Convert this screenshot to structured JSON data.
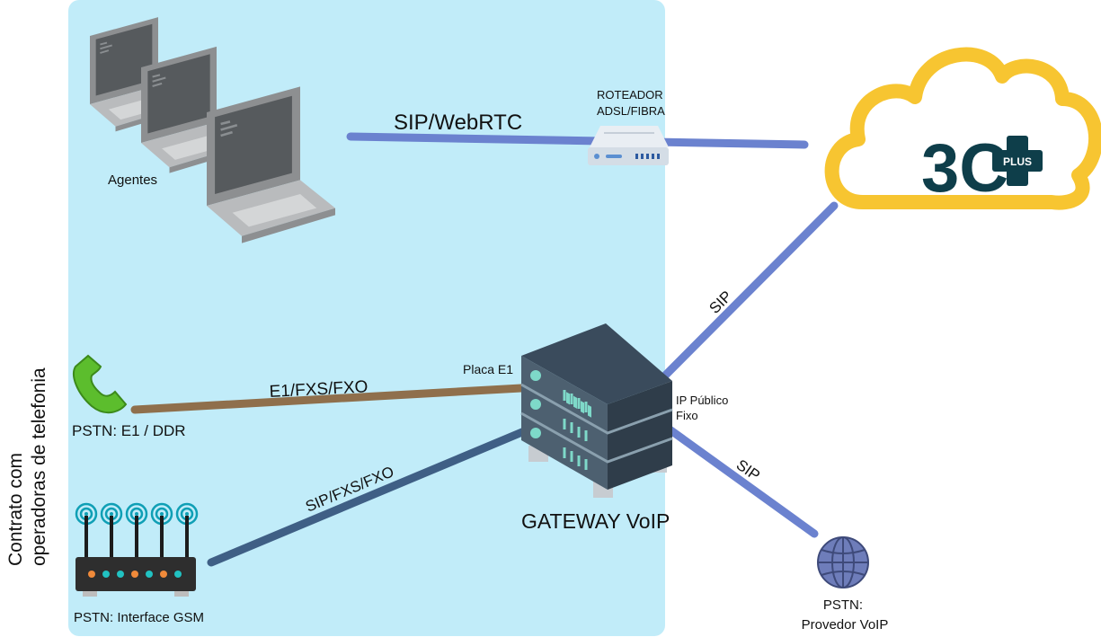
{
  "zone": {
    "label_line1": "Contrato com",
    "label_line2": "operadoras de telefonia"
  },
  "nodes": {
    "agents": "Agentes",
    "router_line1": "ROTEADOR",
    "router_line2": "ADSL/FIBRA",
    "gateway": "GATEWAY VoIP",
    "e1_card": "Placa E1",
    "public_ip_line1": "IP Público",
    "public_ip_line2": "Fixo",
    "pstn_e1": "PSTN: E1 / DDR",
    "pstn_gsm": "PSTN: Interface GSM",
    "pstn_voip_line1": "PSTN:",
    "pstn_voip_line2": "Provedor VoIP"
  },
  "links": {
    "sip_webrtc": "SIP/WebRTC",
    "e1_fxs_fxo": "E1/FXS/FXO",
    "sip_fxs_fxo": "SIP/FXS/FXO",
    "sip_cloud": "SIP",
    "sip_provider": "SIP"
  },
  "logo": {
    "main": "3C",
    "badge": "PLUS"
  },
  "colors": {
    "zone_fill": "#c1ecf9",
    "sip_link": "#6b82cf",
    "e1_link": "#8f6f4c",
    "gsm_link": "#3f5f85",
    "cloud_stroke": "#f7c531",
    "logo_text": "#0e3e4a",
    "phone": "#5cbd2d",
    "globe": "#6e7dba",
    "server_dark": "#3c4e5f",
    "server_light": "#5d7282",
    "led_teal": "#7ed9c9"
  }
}
